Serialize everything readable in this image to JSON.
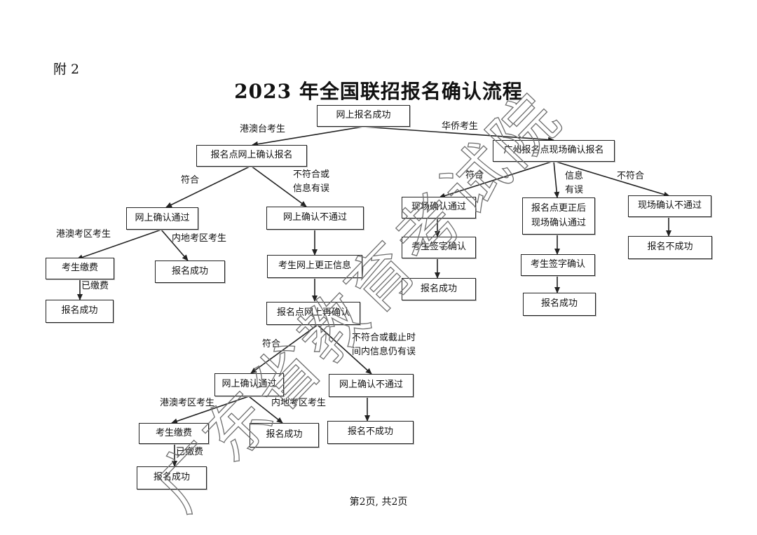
{
  "annex": "附 2",
  "title": "2023 年全国联招报名确认流程",
  "footer": "第2页, 共2页",
  "watermark": "广东省教育考试院",
  "nodes": {
    "n1": "网上报名成功",
    "n2": "报名点网上确认报名",
    "n3": "广州报名点现场确认报名",
    "n4": "网上确认通过",
    "n5": "网上确认不通过",
    "n6": "考生缴费",
    "n7": "报名成功",
    "n8": "报名成功",
    "n9": "考生网上更正信息",
    "n10": "报名点网上再确认",
    "n11": "网上确认通过",
    "n12": "网上确认不通过",
    "n13": "考生缴费",
    "n14": "报名成功",
    "n15": "报名成功",
    "n16": "报名不成功",
    "n17": "现场确认通过",
    "n18a": "报名点更正后",
    "n18b": "现场确认通过",
    "n19": "现场确认不通过",
    "n20": "考生签字确认",
    "n21": "考生签字确认",
    "n22": "报名成功",
    "n23": "报名成功",
    "n24": "报名不成功"
  },
  "labels": {
    "l1": "港澳台考生",
    "l2": "华侨考生",
    "l3": "符合",
    "l4a": "不符合或",
    "l4b": "信息有误",
    "l5": "港澳考区考生",
    "l6": "内地考区考生",
    "l7": "已缴费",
    "l8": "符合",
    "l9a": "不符合或截止时",
    "l9b": "间内信息仍有误",
    "l10": "港澳考区考生",
    "l11": "内地考区考生",
    "l12": "已缴费",
    "l13": "符合",
    "l14a": "信息",
    "l14b": "有误",
    "l15": "不符合"
  }
}
